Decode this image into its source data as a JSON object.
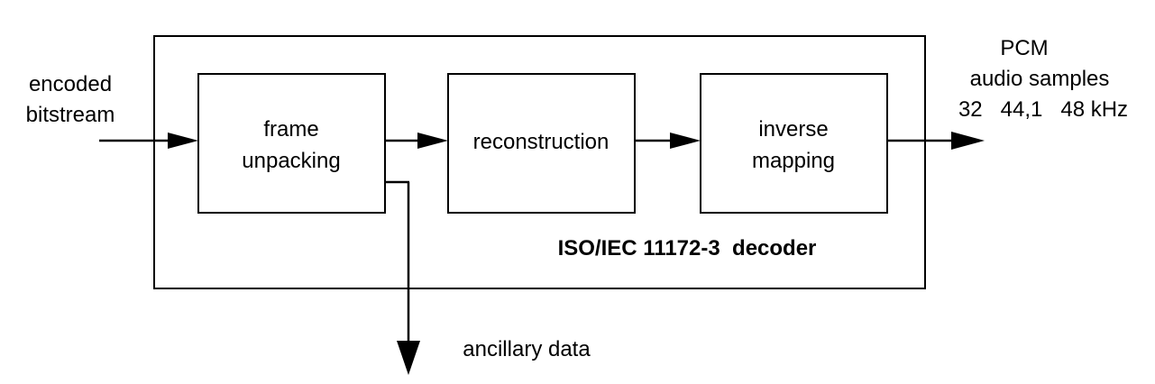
{
  "diagram": {
    "decoder_label": "ISO/IEC 11172-3  decoder",
    "input": {
      "line1": "encoded",
      "line2": "bitstream"
    },
    "blocks": {
      "frame_unpacking": {
        "line1": "frame",
        "line2": "unpacking"
      },
      "reconstruction": {
        "line1": "reconstruction"
      },
      "inverse_mapping": {
        "line1": "inverse",
        "line2": "mapping"
      }
    },
    "output": {
      "line1": "PCM",
      "line2": "audio samples",
      "line3": "32   44,1   48 kHz"
    },
    "ancillary": "ancillary data"
  }
}
